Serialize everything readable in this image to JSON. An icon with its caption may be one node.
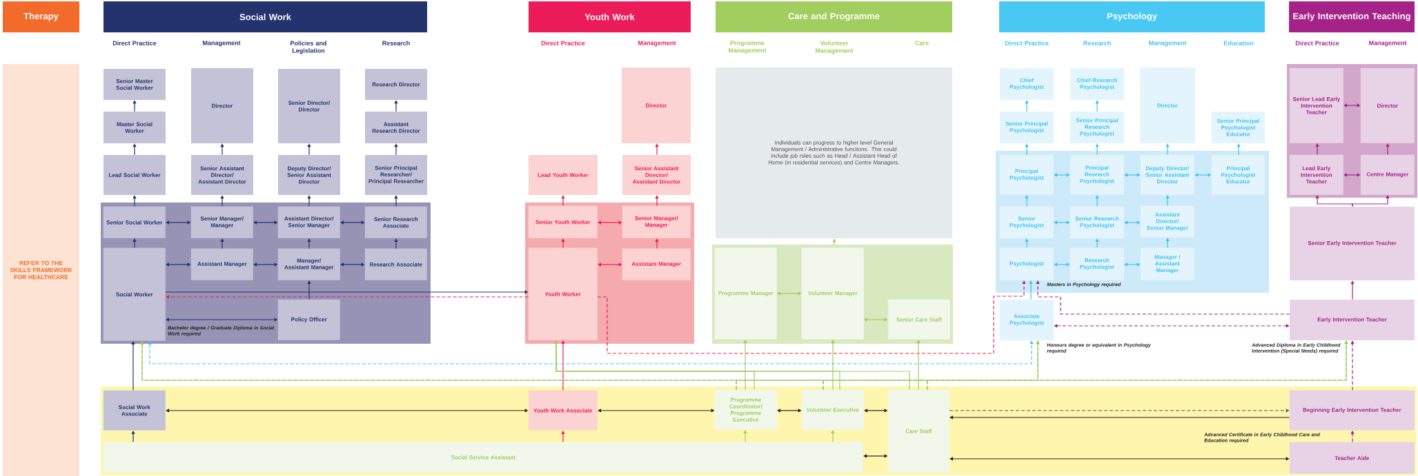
{
  "diagram": {
    "nodes": [
      {
        "text": [
          "Therapy"
        ]
      },
      {
        "text": [
          "REFER TO THE SKILLS FRAMEWORK FOR HEALTHCARE"
        ]
      },
      {
        "text": [
          "Social Work"
        ]
      },
      {
        "text": [
          "Senior Master Social Worker"
        ]
      },
      {
        "text": [
          "Master Social Worker"
        ]
      },
      {
        "text": [
          "Lead Social Worker"
        ]
      },
      {
        "text": [
          "Director"
        ]
      },
      {
        "text": [
          "Senior Assistant Director/ Assistant Director"
        ]
      },
      {
        "text": [
          "Senior Director/ Director"
        ]
      },
      {
        "text": [
          "Deputy Director/ Senior Assistant Director"
        ]
      },
      {
        "text": [
          "Research Director"
        ]
      },
      {
        "text": [
          "Assistant Research Director"
        ]
      },
      {
        "text": [
          "Senior Principal Researcher/ Principal Researcher"
        ]
      },
      {
        "text": [],
        "shape": "box"
      },
      {
        "text": [
          "Senior Social Worker"
        ],
        "in": 13
      },
      {
        "text": [
          "Senior Manager/ Manager"
        ],
        "in": 13
      },
      {
        "text": [
          "Assistant Director/ Senior Manager"
        ],
        "in": 13
      },
      {
        "text": [
          "Senior Research Associate"
        ],
        "in": 13
      },
      {
        "text": [
          "Social Worker"
        ],
        "in": 13
      },
      {
        "text": [
          "Assistant Manager"
        ],
        "in": 13
      },
      {
        "text": [
          "Manager/ Assistant Manager"
        ],
        "in": 13
      },
      {
        "text": [
          "Research Associate"
        ],
        "in": 13
      },
      {
        "text": [
          "Policy Officer"
        ],
        "in": 13
      },
      {
        "text": [
          "Youth Work"
        ]
      },
      {
        "text": [
          "Director"
        ]
      },
      {
        "text": [
          "Lead Youth Worker"
        ]
      },
      {
        "text": [
          "Senior Assistant Director/ Assistant Director"
        ]
      },
      {
        "text": [],
        "shape": "box"
      },
      {
        "text": [
          "Senior Youth Worker"
        ],
        "in": 27
      },
      {
        "text": [
          "Senior Manager/ Manager"
        ],
        "in": 27
      },
      {
        "text": [
          "Youth Worker"
        ],
        "in": 27
      },
      {
        "text": [
          "Assistant Manager"
        ],
        "in": 27
      },
      {
        "text": [
          "Care and Programme"
        ]
      },
      {
        "text": [
          "Individuals can progress to higher level General Management / Administrative functions. This could include job roles such as Head / Assistant Head of Home (in residential services) and Centre Managers."
        ]
      },
      {
        "text": [],
        "shape": "box"
      },
      {
        "text": [
          "Programme Manager"
        ],
        "in": 34
      },
      {
        "text": [
          "Volunteer Manager"
        ],
        "in": 34
      },
      {
        "text": [
          "Senior Care Staff"
        ],
        "in": 34
      },
      {
        "text": [
          "Psychology"
        ]
      },
      {
        "text": [
          "Chief Psychologist"
        ]
      },
      {
        "text": [
          "Chief Research Psychologist"
        ]
      },
      {
        "text": [
          "Director"
        ]
      },
      {
        "text": [
          "Senior Principal Psychologist"
        ]
      },
      {
        "text": [
          "Senior Principal Research Psychologist"
        ]
      },
      {
        "text": [
          "Senior Principal Psychologist Educator"
        ]
      },
      {
        "text": [],
        "shape": "box"
      },
      {
        "text": [
          "Principal Psychologist"
        ],
        "in": 45
      },
      {
        "text": [
          "Principal Research Psychologist"
        ],
        "in": 45
      },
      {
        "text": [
          "Deputy Director/ Senior Assistant Director"
        ],
        "in": 45
      },
      {
        "text": [
          "Principal Psychologist Educator"
        ],
        "in": 45
      },
      {
        "text": [
          "Senior Psychologist"
        ],
        "in": 45
      },
      {
        "text": [
          "Senior Research Psychologist"
        ],
        "in": 45
      },
      {
        "text": [
          "Assistant Director/ Senior Manager"
        ],
        "in": 45
      },
      {
        "text": [
          "Psychologist"
        ],
        "in": 45
      },
      {
        "text": [
          "Research Psychologist"
        ],
        "in": 45
      },
      {
        "text": [
          "Manager / Assistant Manager"
        ],
        "in": 45
      },
      {
        "text": [
          "Associate Psychologist"
        ]
      },
      {
        "text": [
          "Early Intervention Teaching"
        ]
      },
      {
        "text": [],
        "shape": "box"
      },
      {
        "text": [
          "Senior Lead Early Intervention Teacher"
        ],
        "in": 58
      },
      {
        "text": [
          "Director"
        ],
        "in": 58
      },
      {
        "text": [
          "Lead Early Intervention Teacher"
        ],
        "in": 58
      },
      {
        "text": [
          "Centre Manager"
        ],
        "in": 58
      },
      {
        "text": [
          "Senior Early Intervention Teacher"
        ]
      },
      {
        "text": [
          "Early Intervention Teacher"
        ]
      },
      {
        "text": [],
        "shape": "box"
      },
      {
        "text": [
          "Social Work Associate"
        ],
        "in": 65
      },
      {
        "text": [
          "Youth Work Associate"
        ],
        "in": 65
      },
      {
        "text": [
          "Programme Coordinator/ Programme Executive"
        ],
        "in": 65
      },
      {
        "text": [
          "Volunteer Executive"
        ],
        "in": 65
      },
      {
        "text": [
          "Care Staff"
        ],
        "in": 65
      },
      {
        "text": [
          "Beginning Early Intervention Teacher"
        ],
        "in": 65
      },
      {
        "text": [
          "Social Service Assistant"
        ],
        "in": 65
      },
      {
        "text": [
          "Teacher Aide"
        ],
        "in": 65
      }
    ],
    "edges": [
      {
        "from": 14,
        "to": 5,
        "arrow": "to"
      },
      {
        "from": 5,
        "to": 4,
        "arrow": "to"
      },
      {
        "from": 4,
        "to": 3,
        "arrow": "to"
      },
      {
        "from": 15,
        "to": 7,
        "arrow": "to"
      },
      {
        "from": 7,
        "to": 6,
        "arrow": "to"
      },
      {
        "from": 16,
        "to": 9,
        "arrow": "to"
      },
      {
        "from": 9,
        "to": 8,
        "arrow": "to"
      },
      {
        "from": 17,
        "to": 12,
        "arrow": "to"
      },
      {
        "from": 12,
        "to": 11,
        "arrow": "to"
      },
      {
        "from": 11,
        "to": 10,
        "arrow": "to"
      },
      {
        "from": 14,
        "to": 15,
        "arrow": "both"
      },
      {
        "from": 15,
        "to": 16,
        "arrow": "both"
      },
      {
        "from": 16,
        "to": 17,
        "arrow": "both"
      },
      {
        "from": 18,
        "to": 14,
        "arrow": "to"
      },
      {
        "from": 19,
        "to": 15,
        "arrow": "to"
      },
      {
        "from": 20,
        "to": 16,
        "arrow": "to"
      },
      {
        "from": 21,
        "to": 17,
        "arrow": "to"
      },
      {
        "from": 18,
        "to": 19,
        "arrow": "both"
      },
      {
        "from": 19,
        "to": 20,
        "arrow": "both"
      },
      {
        "from": 20,
        "to": 21,
        "arrow": "both"
      },
      {
        "from": 18,
        "to": 22,
        "arrow": "both"
      },
      {
        "from": 22,
        "to": 20,
        "arrow": "to"
      },
      {
        "from": 18,
        "to": 30,
        "arrow": "to"
      },
      {
        "from": 30,
        "to": 28,
        "arrow": "to",
        "color": "#ec1c5b"
      },
      {
        "from": 28,
        "to": 25,
        "arrow": "to",
        "color": "#ec1c5b"
      },
      {
        "from": 31,
        "to": 29,
        "arrow": "to",
        "color": "#ec1c5b"
      },
      {
        "from": 29,
        "to": 26,
        "arrow": "to",
        "color": "#ec1c5b"
      },
      {
        "from": 26,
        "to": 24,
        "arrow": "to",
        "color": "#ec1c5b"
      },
      {
        "from": 28,
        "to": 29,
        "arrow": "both",
        "color": "#ec1c5b"
      },
      {
        "from": 30,
        "to": 31,
        "arrow": "both",
        "color": "#ec1c5b"
      },
      {
        "from": 30,
        "to": 18,
        "arrow": "to",
        "style": "dashed",
        "color": "#ec1c5b"
      },
      {
        "from": 30,
        "to": 53,
        "arrow": "to",
        "style": "dashed",
        "color": "#ec1c5b"
      },
      {
        "from": 67,
        "to": 30,
        "arrow": "to",
        "color": "#ec1c5b"
      },
      {
        "from": 34,
        "to": 33,
        "arrow": "to",
        "color": "#9fcc5f"
      },
      {
        "from": 35,
        "to": 36,
        "arrow": "both",
        "color": "#9fcc5f"
      },
      {
        "from": 36,
        "to": 37,
        "arrow": "both",
        "color": "#9fcc5f"
      },
      {
        "from": 68,
        "to": 35,
        "arrow": "to",
        "color": "#9fcc5f"
      },
      {
        "from": 69,
        "to": 36,
        "arrow": "to",
        "color": "#9fcc5f"
      },
      {
        "from": 70,
        "to": 37,
        "arrow": "to",
        "color": "#9fcc5f"
      },
      {
        "from": 68,
        "to": 30,
        "arrow": "to",
        "color": "#9fcc5f"
      },
      {
        "from": 69,
        "to": 30,
        "arrow": "to",
        "color": "#9fcc5f"
      },
      {
        "from": 70,
        "to": 30,
        "arrow": "to",
        "color": "#9fcc5f"
      },
      {
        "from": 68,
        "to": 18,
        "arrow": "to",
        "style": "dashed",
        "color": "#9fcc5f"
      },
      {
        "from": 68,
        "to": 56,
        "arrow": "to",
        "style": "dashed",
        "color": "#9fcc5f"
      },
      {
        "from": 68,
        "to": 64,
        "arrow": "to",
        "style": "dashed",
        "color": "#9fcc5f"
      },
      {
        "from": 69,
        "to": 18,
        "arrow": "to",
        "style": "dashed",
        "color": "#9fcc5f"
      },
      {
        "from": 69,
        "to": 56,
        "arrow": "to",
        "style": "dashed",
        "color": "#9fcc5f"
      },
      {
        "from": 69,
        "to": 64,
        "arrow": "to",
        "style": "dashed",
        "color": "#9fcc5f"
      },
      {
        "from": 70,
        "to": 18,
        "arrow": "to",
        "style": "dashed",
        "color": "#9fcc5f"
      },
      {
        "from": 70,
        "to": 56,
        "arrow": "to",
        "style": "dashed",
        "color": "#9fcc5f"
      },
      {
        "from": 70,
        "to": 64,
        "arrow": "to",
        "style": "dashed",
        "color": "#9fcc5f"
      },
      {
        "from": 72,
        "to": 68,
        "arrow": "to",
        "color": "#9fcc5f"
      },
      {
        "from": 72,
        "to": 69,
        "arrow": "to",
        "color": "#9fcc5f"
      },
      {
        "from": 50,
        "to": 46,
        "arrow": "to",
        "color": "#3fc3f0"
      },
      {
        "from": 46,
        "to": 42,
        "arrow": "to",
        "color": "#3fc3f0"
      },
      {
        "from": 42,
        "to": 39,
        "arrow": "to",
        "color": "#3fc3f0"
      },
      {
        "from": 53,
        "to": 50,
        "arrow": "to",
        "color": "#3fc3f0"
      },
      {
        "from": 54,
        "to": 51,
        "arrow": "to",
        "color": "#3fc3f0"
      },
      {
        "from": 51,
        "to": 47,
        "arrow": "to",
        "color": "#3fc3f0"
      },
      {
        "from": 47,
        "to": 43,
        "arrow": "to",
        "color": "#3fc3f0"
      },
      {
        "from": 43,
        "to": 40,
        "arrow": "to",
        "color": "#3fc3f0"
      },
      {
        "from": 55,
        "to": 52,
        "arrow": "to",
        "color": "#3fc3f0"
      },
      {
        "from": 52,
        "to": 48,
        "arrow": "to",
        "color": "#3fc3f0"
      },
      {
        "from": 48,
        "to": 41,
        "arrow": "to",
        "color": "#3fc3f0"
      },
      {
        "from": 49,
        "to": 44,
        "arrow": "to",
        "color": "#3fc3f0"
      },
      {
        "from": 46,
        "to": 47,
        "arrow": "both",
        "color": "#3fc3f0"
      },
      {
        "from": 47,
        "to": 48,
        "arrow": "both",
        "color": "#3fc3f0"
      },
      {
        "from": 48,
        "to": 49,
        "arrow": "both",
        "color": "#3fc3f0"
      },
      {
        "from": 50,
        "to": 51,
        "arrow": "both",
        "color": "#3fc3f0"
      },
      {
        "from": 51,
        "to": 52,
        "arrow": "both",
        "color": "#3fc3f0"
      },
      {
        "from": 53,
        "to": 54,
        "arrow": "both",
        "color": "#3fc3f0"
      },
      {
        "from": 54,
        "to": 55,
        "arrow": "both",
        "color": "#3fc3f0"
      },
      {
        "from": 56,
        "to": 53,
        "arrow": "to",
        "color": "#3fc3f0"
      },
      {
        "from": 18,
        "to": 56,
        "arrow": "both",
        "style": "dashed",
        "color": "#3fc3f0"
      },
      {
        "from": 61,
        "to": 59,
        "arrow": "to",
        "color": "#a52389"
      },
      {
        "from": 62,
        "to": 60,
        "arrow": "to",
        "color": "#a52389"
      },
      {
        "from": 59,
        "to": 60,
        "arrow": "both",
        "color": "#a52389"
      },
      {
        "from": 61,
        "to": 62,
        "arrow": "both",
        "color": "#a52389"
      },
      {
        "from": 63,
        "to": 61,
        "arrow": "to",
        "color": "#a52389"
      },
      {
        "from": 63,
        "to": 62,
        "arrow": "to",
        "color": "#a52389"
      },
      {
        "from": 64,
        "to": 63,
        "arrow": "to",
        "color": "#a52389"
      },
      {
        "from": 71,
        "to": 64,
        "arrow": "to",
        "style": "dashed",
        "color": "#a52389"
      },
      {
        "from": 73,
        "to": 71,
        "arrow": "to",
        "style": "dashed",
        "color": "#a52389"
      },
      {
        "from": 64,
        "to": 53,
        "arrow": "to",
        "style": "dashed",
        "color": "#a52389"
      },
      {
        "from": 56,
        "to": 64,
        "arrow": "both",
        "style": "dashed",
        "color": "#a52389"
      },
      {
        "from": 66,
        "to": 67,
        "arrow": "both",
        "color": "#231f20"
      },
      {
        "from": 67,
        "to": 68,
        "arrow": "both",
        "color": "#231f20"
      },
      {
        "from": 68,
        "to": 69,
        "arrow": "both",
        "color": "#231f20"
      },
      {
        "from": 69,
        "to": 70,
        "arrow": "both",
        "color": "#231f20"
      },
      {
        "from": 72,
        "to": 70,
        "arrow": "both",
        "color": "#231f20"
      },
      {
        "from": 70,
        "to": 71,
        "arrow": "to",
        "style": "dashed",
        "color": "#58595b"
      },
      {
        "from": 71,
        "to": 70,
        "arrow": "to",
        "color": "#231f20"
      },
      {
        "from": 73,
        "to": 70,
        "arrow": "both",
        "color": "#231f20"
      },
      {
        "from": 66,
        "to": 18,
        "arrow": "to"
      },
      {
        "from": 72,
        "to": 66,
        "arrow": "to"
      },
      {
        "from": 72,
        "to": 67,
        "arrow": "to",
        "color": "#ec1c5b"
      }
    ],
    "labels": [
      "Direct Practice",
      "Management",
      "Policies and Legislation",
      "Research",
      "Direct Practice",
      "Management",
      "Programme Management",
      "Volunteer Management",
      "Care",
      "Direct Practice",
      "Research",
      "Management",
      "Education",
      "Direct Practice",
      "Management",
      "Bachelor degree / Graduate Diploma in Social Work required",
      "Masters in Psychology required",
      "Honours degree or equivalent in Psychology required",
      "Advanced Diploma in Early Childhood Intervention (Special Needs) required",
      "Advanced Certificate in Early Childhood Care and Education required"
    ]
  }
}
